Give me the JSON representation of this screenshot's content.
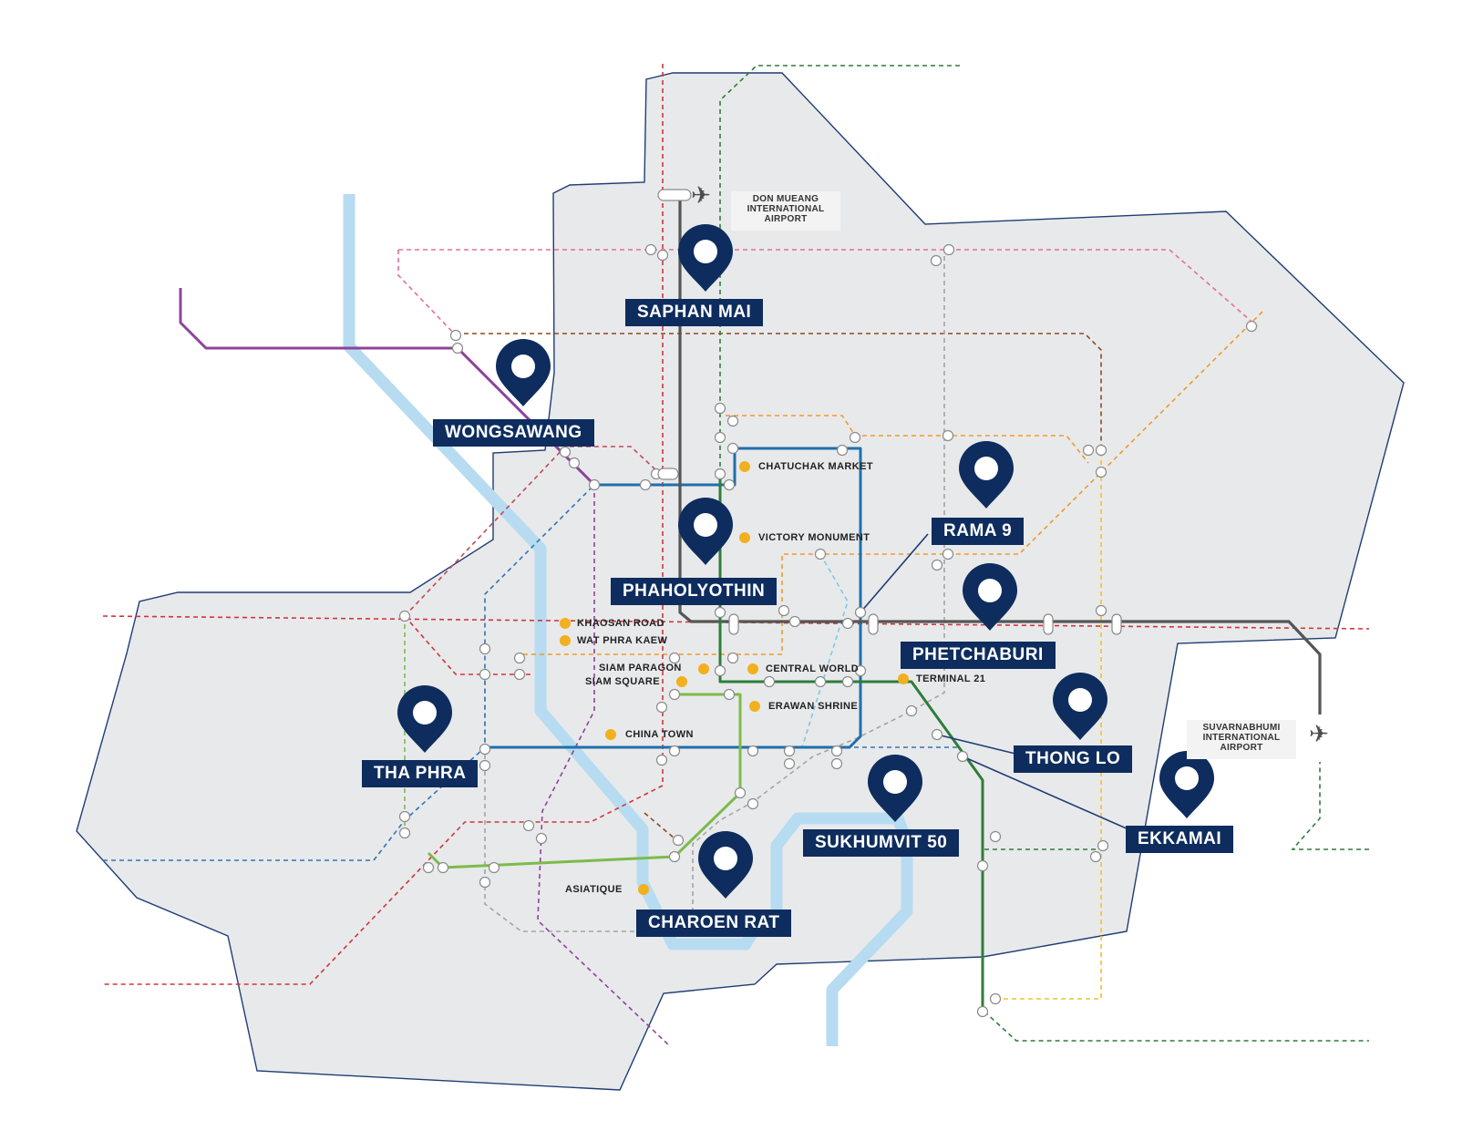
{
  "map": {
    "districts": {
      "saphan_mai": "SAPHAN MAI",
      "wongsawang": "WONGSAWANG",
      "rama9": "RAMA 9",
      "phaholyothin": "PHAHOLYOTHIN",
      "phetchaburi": "PHETCHABURI",
      "thong_lo": "THONG LO",
      "tha_phra": "THA PHRA",
      "ekkamai": "EKKAMAI",
      "sukhumvit50": "SUKHUMVIT 50",
      "charoen_rat": "CHAROEN RAT"
    },
    "landmarks": {
      "chatuchak": "CHATUCHAK MARKET",
      "victory": "VICTORY MONUMENT",
      "khaosan": "KHAOSAN ROAD",
      "wat_phra_kaew": "WAT PHRA KAEW",
      "siam_paragon": "SIAM PARAGON",
      "siam_square": "SIAM SQUARE",
      "central_world": "CENTRAL WORLD",
      "terminal21": "TERMINAL 21",
      "erawan": "ERAWAN SHRINE",
      "china_town": "CHINA TOWN",
      "asiatique": "ASIATIQUE"
    },
    "airports": {
      "don_mueang": "DON MUEANG INTERNATIONAL AIRPORT",
      "suvarnabhumi": "SUVARNABHUMI INTERNATIONAL AIRPORT"
    },
    "colors": {
      "land": "#e8e9eb",
      "outline": "#1f3d73",
      "river": "#b7dcf1",
      "label_bg": "#0e2d5e",
      "landmark_dot": "#f2b01e"
    }
  }
}
